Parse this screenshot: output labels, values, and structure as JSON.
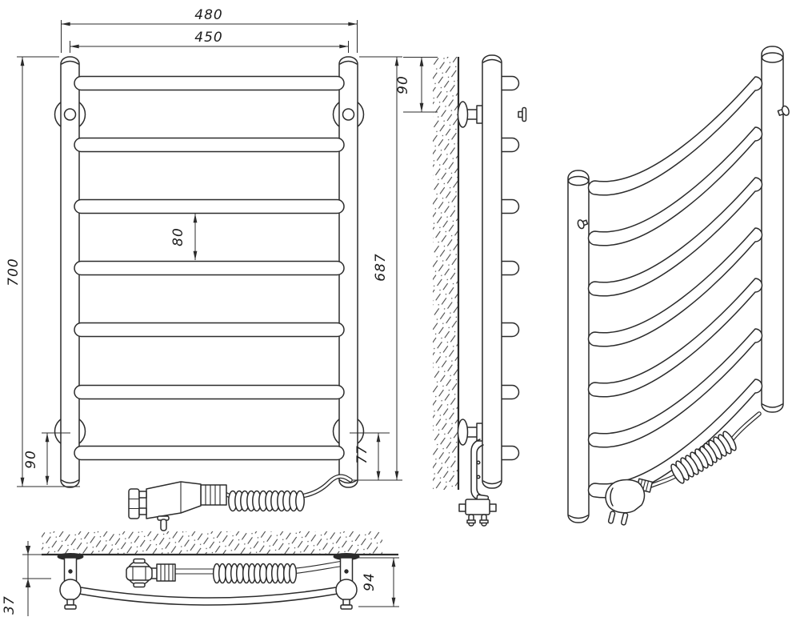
{
  "drawing": {
    "subject": "Electric ladder towel rail — dimensioned technical drawing (front view, side view, isometric view, bottom view)",
    "background": "#ffffff",
    "line_color": "#2b2b2b",
    "views": [
      "front",
      "side",
      "isometric",
      "bottom"
    ],
    "rung_count": 7
  },
  "dims": {
    "overall_width": "480",
    "rail_width": "450",
    "overall_height": "700",
    "right_height": "687",
    "rung_gap": "80",
    "bottom_bracket_offset": "90",
    "bottom_right_offset": "77",
    "side_top_offset": "90",
    "wall_clearance": "37",
    "depth": "94"
  }
}
